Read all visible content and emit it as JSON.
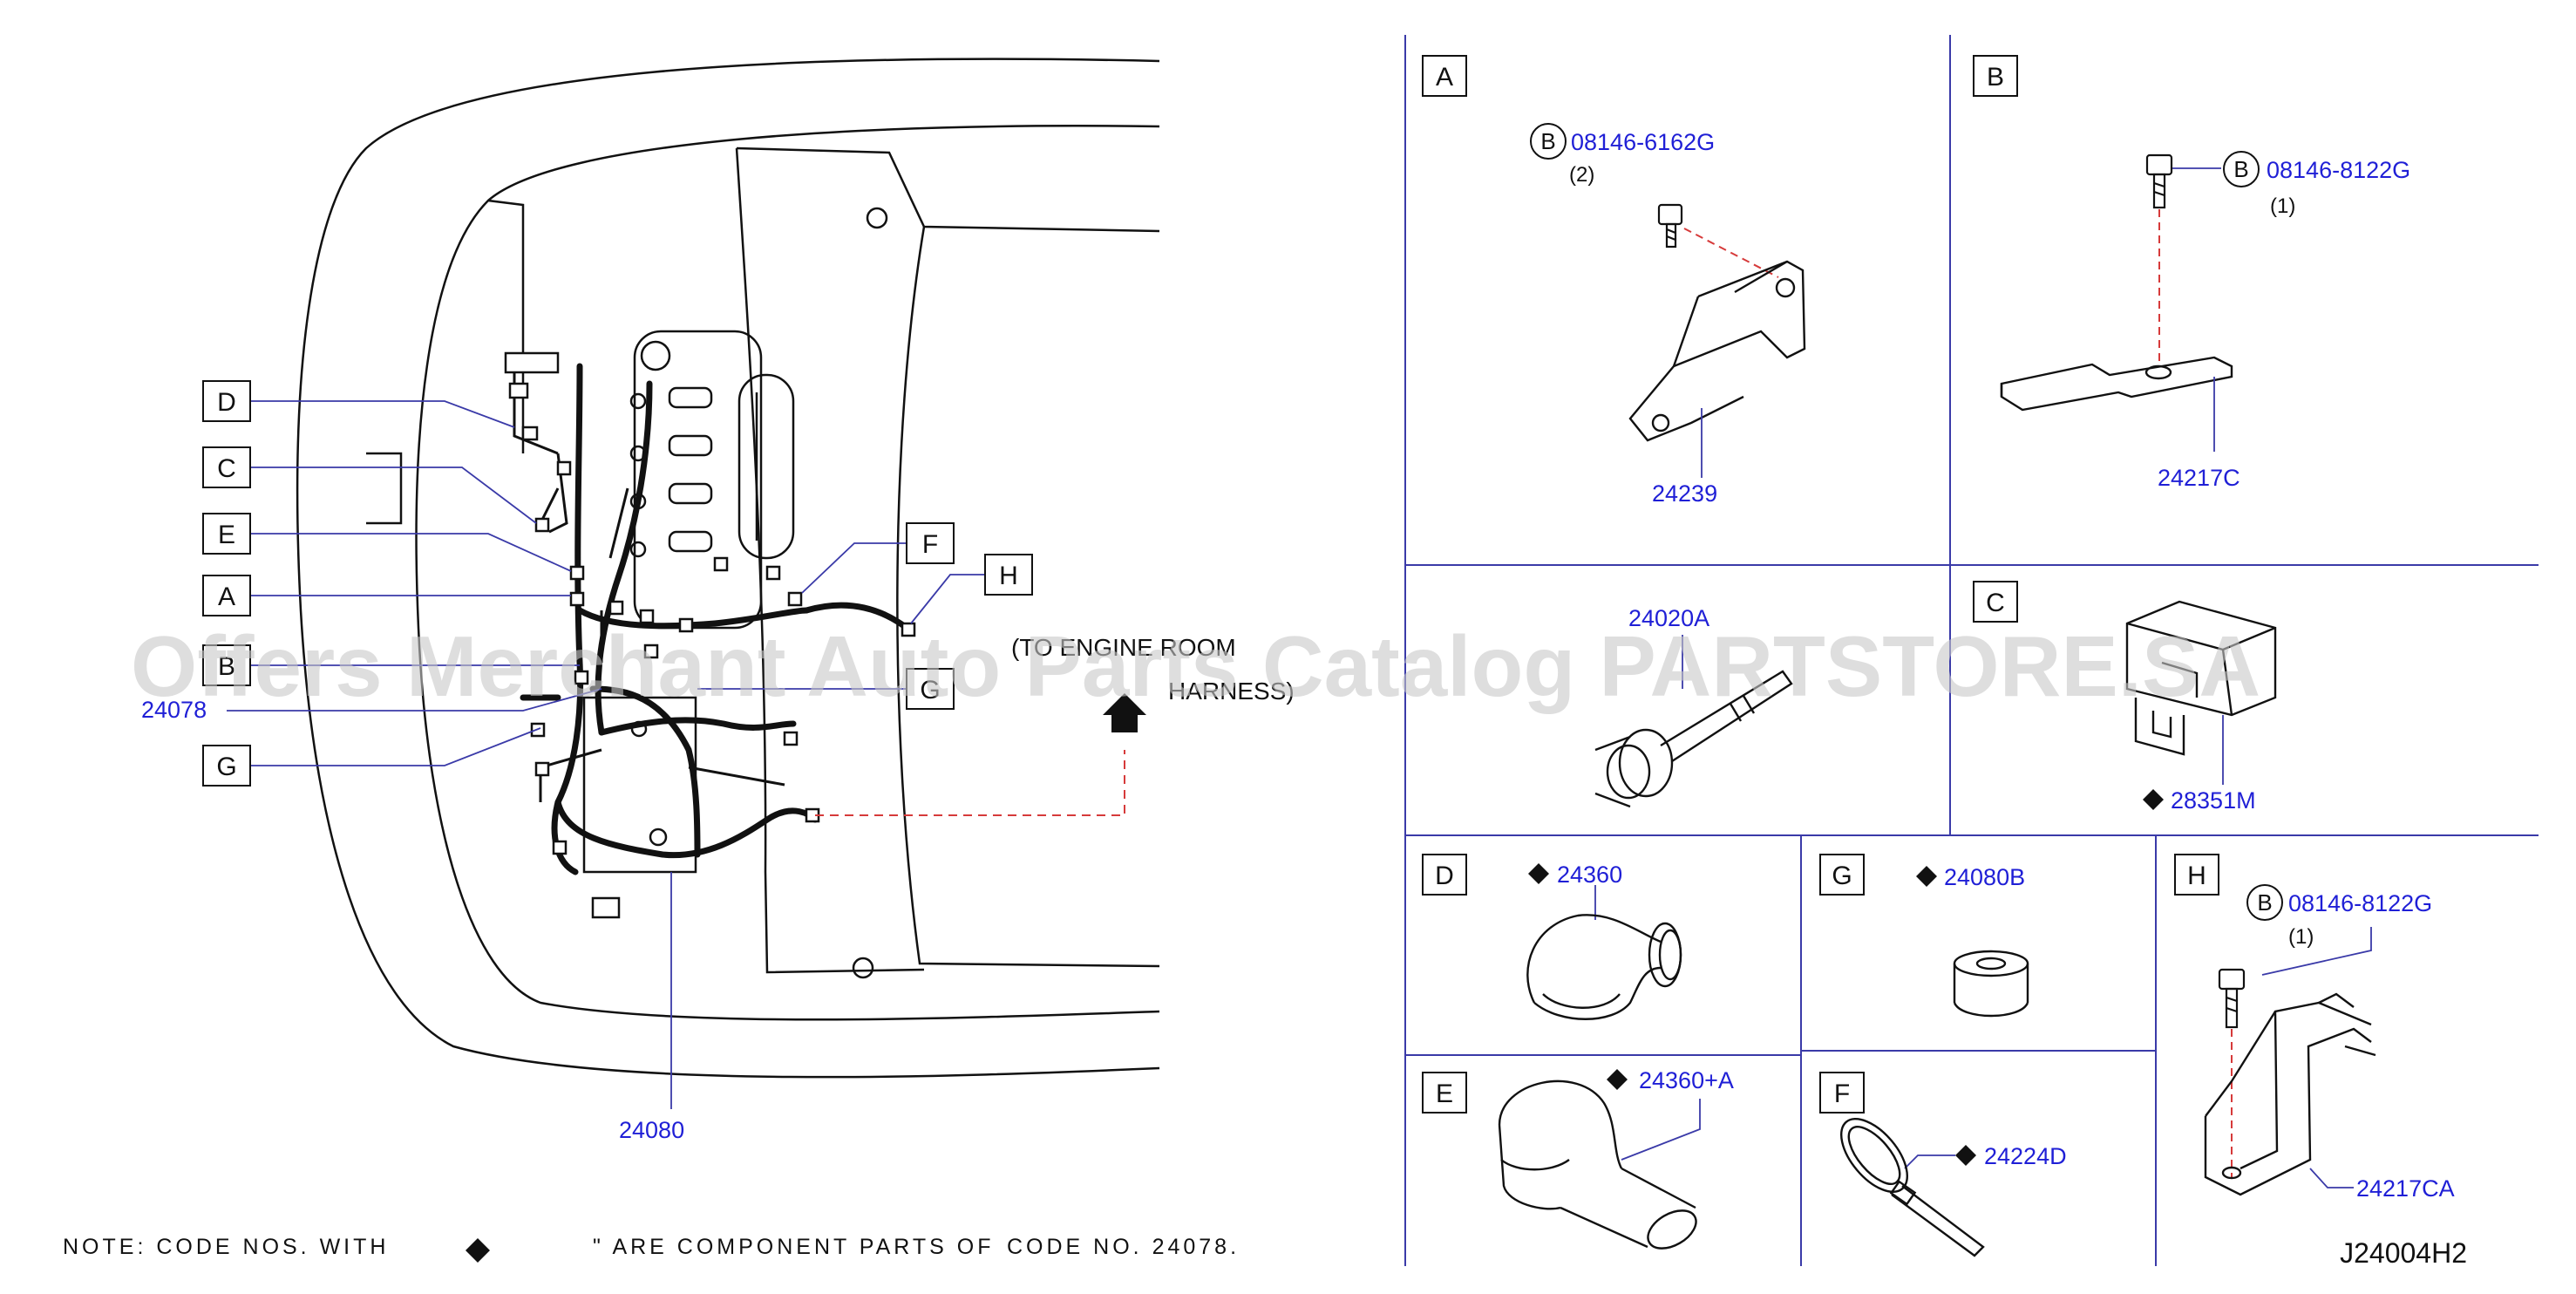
{
  "watermark": "Offers Merchant Auto Parts Catalog PARTSTORE.SA",
  "note": {
    "prefix": "NOTE:  CODE  NOS.  WITH",
    "suffix": "\"  ARE  COMPONENT  PARTS  OF",
    "code_label": "CODE  NO.  24078."
  },
  "diagram_id": "J24004H2",
  "main_view": {
    "callouts": [
      "D",
      "C",
      "E",
      "A",
      "B",
      "G",
      "F",
      "H"
    ],
    "part_harness": "24078",
    "part_bottom": "24080",
    "route_text_1": "(TO ENGINE ROOM",
    "route_text_2": "HARNESS)"
  },
  "panels": {
    "A": {
      "letter": "A",
      "bolt_ref": "B",
      "bolt_part": "08146-6162G",
      "bolt_qty": "(2)",
      "part": "24239"
    },
    "B": {
      "letter": "B",
      "bolt_ref": "B",
      "bolt_part": "08146-8122G",
      "bolt_qty": "(1)",
      "part": "24217C"
    },
    "C24020": {
      "part": "24020A"
    },
    "C": {
      "letter": "C",
      "part": "28351M"
    },
    "D": {
      "letter": "D",
      "part": "24360"
    },
    "G": {
      "letter": "G",
      "part": "24080B"
    },
    "H": {
      "letter": "H",
      "bolt_ref": "B",
      "bolt_part": "08146-8122G",
      "bolt_qty": "(1)",
      "part": "24217CA"
    },
    "E": {
      "letter": "E",
      "part": "24360+A"
    },
    "F": {
      "letter": "F",
      "part": "24224D"
    }
  },
  "colors": {
    "ref_blue": "#1f1fd6",
    "line": "#111111",
    "grid": "#3a3aa8",
    "leader_red": "#d63a3a",
    "watermark": "#c8c8c8"
  }
}
